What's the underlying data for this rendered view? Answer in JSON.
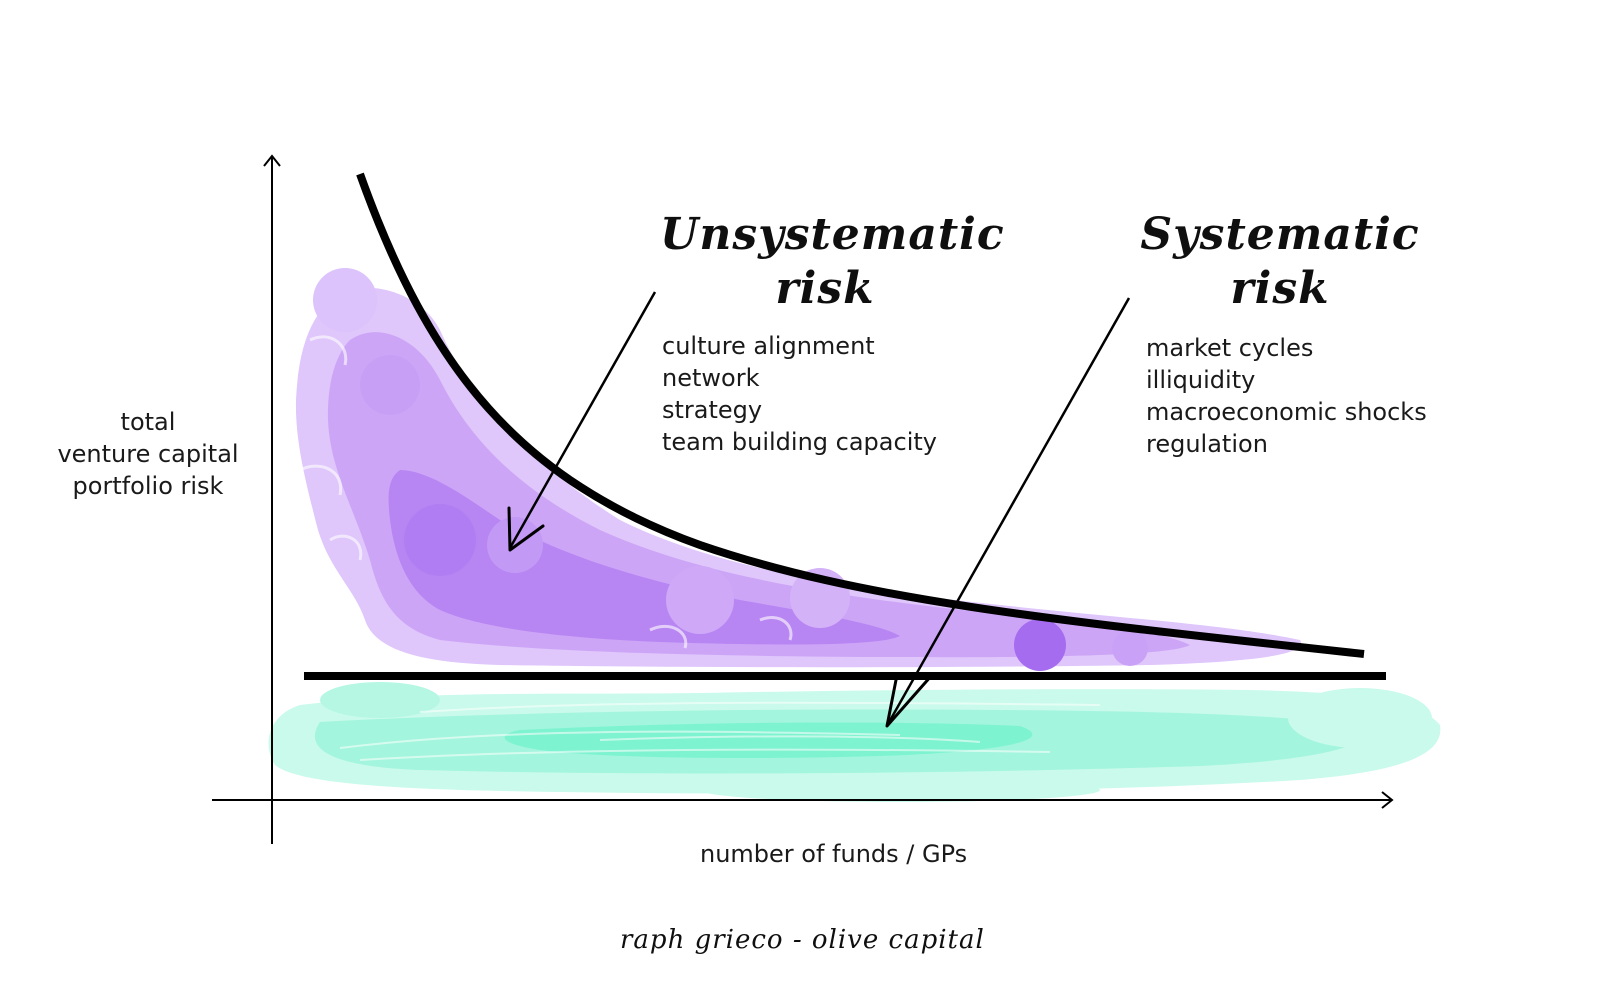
{
  "axes": {
    "y_label": [
      "total",
      "venture capital",
      "portfolio risk"
    ],
    "x_label": "number of funds / GPs"
  },
  "unsystematic": {
    "title": [
      "Unsystematic",
      "risk"
    ],
    "items": [
      "culture alignment",
      "network",
      "strategy",
      "team building capacity"
    ],
    "color": "#b57cf0"
  },
  "systematic": {
    "title": [
      "Systematic",
      "risk"
    ],
    "items": [
      "market cycles",
      "illiquidity",
      "macroeconomic shocks",
      "regulation"
    ],
    "color": "#5ff0c8"
  },
  "credit": "raph grieco - olive capital",
  "colors": {
    "ink": "#000000",
    "unsystematic_fill": "#b57cf0",
    "unsystematic_dark": "#9a4ef0",
    "systematic_fill": "#5ff0c8",
    "systematic_dark": "#2ff0b8"
  }
}
